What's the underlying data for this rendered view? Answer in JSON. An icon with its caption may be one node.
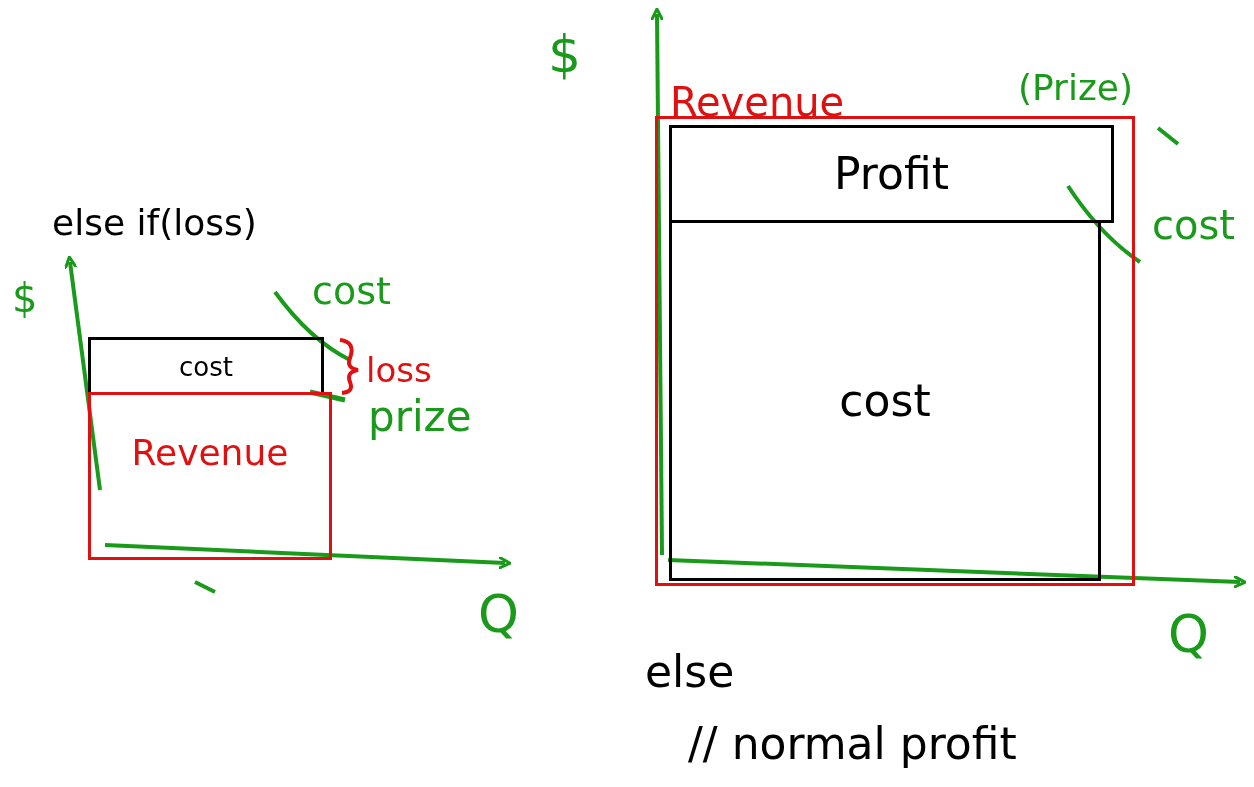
{
  "diagram": {
    "nodes": [
      {
        "text": [
          "cost"
        ]
      },
      {
        "text": [
          "Revenue"
        ]
      },
      {
        "text": [
          "Revenue"
        ]
      },
      {
        "text": [
          "Profit"
        ],
        "in": 2
      },
      {
        "text": [
          "cost"
        ],
        "in": 2
      }
    ],
    "labels": [
      "else if(loss)",
      "$",
      "cost",
      "loss",
      "prize",
      "Q",
      "$",
      "(Prize)",
      "cost",
      "Q",
      "else",
      "// normal profit"
    ]
  }
}
